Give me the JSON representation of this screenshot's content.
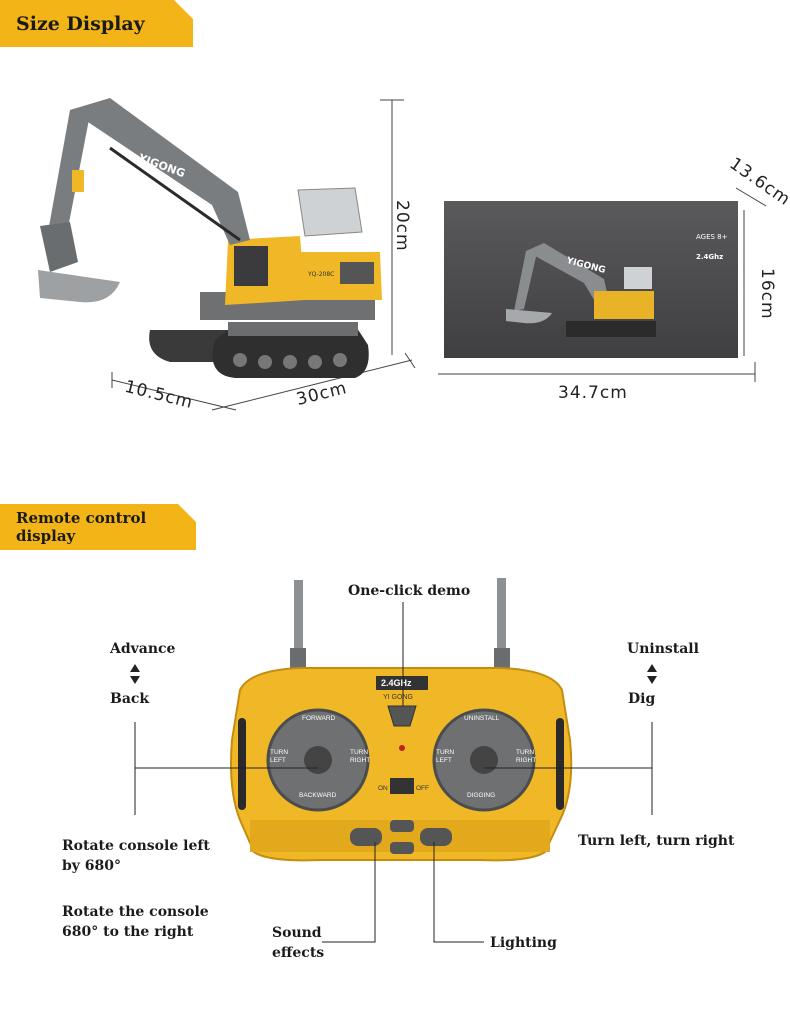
{
  "headings": {
    "size_display": "Size Display",
    "remote_display": "Remote control display"
  },
  "dimensions": {
    "excavator": {
      "height": "20cm",
      "width": "10.5cm",
      "length": "30cm"
    },
    "box": {
      "depth": "13.6cm",
      "height": "16cm",
      "length": "34.7cm"
    }
  },
  "excavator": {
    "brand": "YIGONG",
    "model": "YQ-208C"
  },
  "box": {
    "brand": "YIGONG",
    "age": "AGES 8+",
    "frequency": "2.4Ghz"
  },
  "remote": {
    "band": "2.4GHz",
    "brand": "YI GONG",
    "left_stick": {
      "top": "FORWARD",
      "bottom": "BACKWARD",
      "left_1": "TURN",
      "left_2": "LEFT",
      "right_1": "TURN",
      "right_2": "RIGHT"
    },
    "right_stick": {
      "top": "UNINSTALL",
      "bottom": "DIGGING",
      "left_1": "TURN",
      "left_2": "LEFT",
      "right_1": "TURN",
      "right_2": "RIGHT"
    },
    "switch": {
      "on": "ON",
      "off": "OFF"
    }
  },
  "callouts": {
    "one_click_demo": "One-click demo",
    "advance": "Advance",
    "back": "Back",
    "uninstall": "Uninstall",
    "dig": "Dig",
    "rotate_left_1": "Rotate console left",
    "rotate_left_2": "by 680°",
    "rotate_right_1": "Rotate the console",
    "rotate_right_2": "680° to the right",
    "turn": "Turn left, turn right",
    "sound_1": "Sound",
    "sound_2": "effects",
    "lighting": "Lighting"
  },
  "colors": {
    "accent": "#f2b417",
    "toy_yellow": "#f0b826",
    "toy_gray": "#6e7072",
    "box_gray": "#4a4a4c"
  }
}
